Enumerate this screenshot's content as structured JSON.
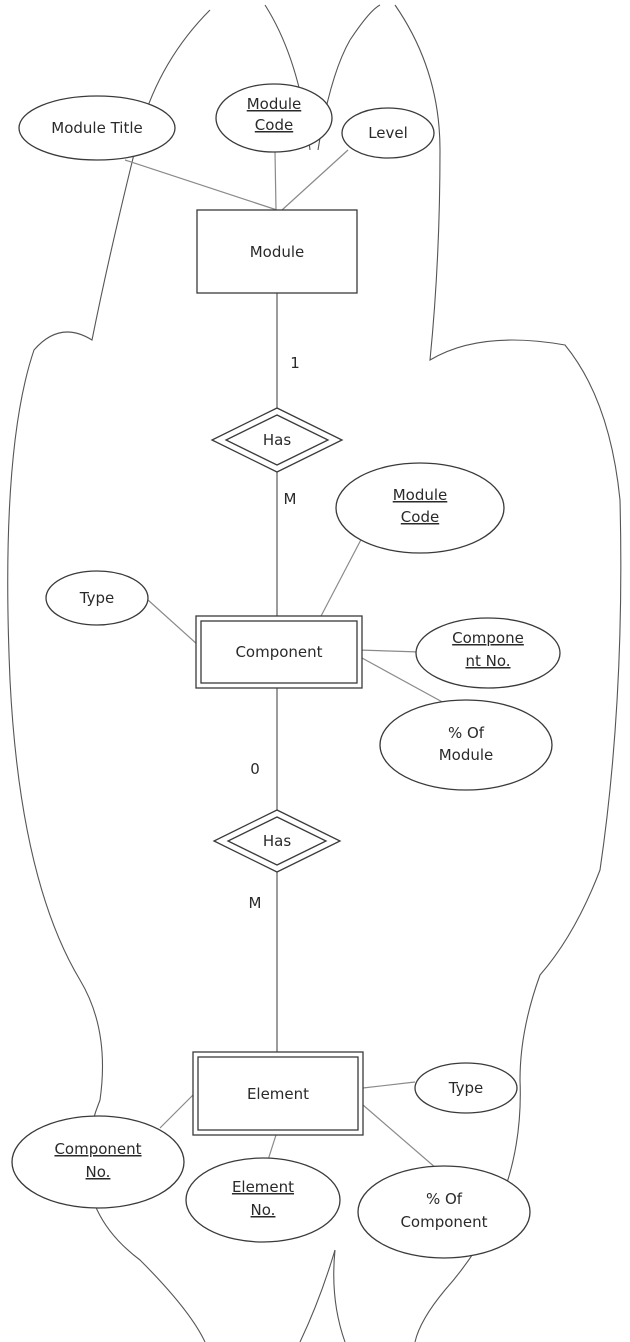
{
  "entities": {
    "module": "Module",
    "component": "Component",
    "element": "Element"
  },
  "relationships": {
    "has_top": "Has",
    "has_bottom": "Has"
  },
  "attributes": {
    "module_title": "Module Title",
    "module_code_top_line1": "Module",
    "module_code_top_line2": "Code",
    "level": "Level",
    "module_code_mid_line1": "Module",
    "module_code_mid_line2": "Code",
    "type_component": "Type",
    "component_no_line1": "Compone",
    "component_no_line2": "nt No.",
    "pct_of_module_line1": "% Of",
    "pct_of_module_line2": "Module",
    "type_element": "Type",
    "component_no_bottom_line1": "Component",
    "component_no_bottom_line2": "No.",
    "element_no_line1": "Element",
    "element_no_line2": "No.",
    "pct_of_component_line1": "% Of",
    "pct_of_component_line2": "Component"
  },
  "cardinality": {
    "module_has": "1",
    "has_component": "M",
    "component_has": "0",
    "has_element": "M"
  }
}
